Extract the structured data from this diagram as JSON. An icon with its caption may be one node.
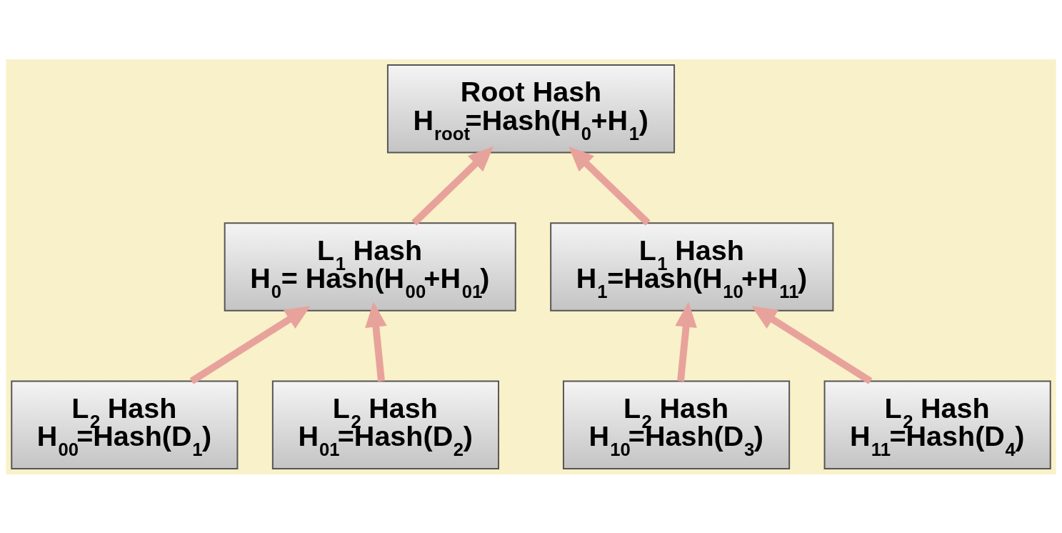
{
  "diagram": {
    "nodes": [
      {
        "text": [
          "Root Hash",
          "H$_{root}$=Hash(H$_{0}$+H$_{1}$)"
        ]
      },
      {
        "text": [
          "L$_{1}$ Hash",
          "H$_{0}$= Hash(H$_{00}$+H$_{01}$)"
        ]
      },
      {
        "text": [
          "L$_{1}$ Hash",
          "H$_{1}$=Hash(H$_{10}$+H$_{11}$)"
        ]
      },
      {
        "text": [
          "L$_{2}$ Hash",
          "H$_{00}$=Hash(D$_{1}$)"
        ]
      },
      {
        "text": [
          "L$_{2}$ Hash",
          "H$_{01}$=Hash(D$_{2}$)"
        ]
      },
      {
        "text": [
          "L$_{2}$ Hash",
          "H$_{10}$=Hash(D$_{3}$)"
        ]
      },
      {
        "text": [
          "L$_{2}$ Hash",
          "H$_{11}$=Hash(D$_{4}$)"
        ]
      }
    ],
    "edges": [
      {
        "from": 1,
        "to": 0,
        "arrow": "to"
      },
      {
        "from": 2,
        "to": 0,
        "arrow": "to"
      },
      {
        "from": 3,
        "to": 1,
        "arrow": "to"
      },
      {
        "from": 4,
        "to": 1,
        "arrow": "to"
      },
      {
        "from": 5,
        "to": 2,
        "arrow": "to"
      },
      {
        "from": 6,
        "to": 2,
        "arrow": "to"
      }
    ]
  }
}
